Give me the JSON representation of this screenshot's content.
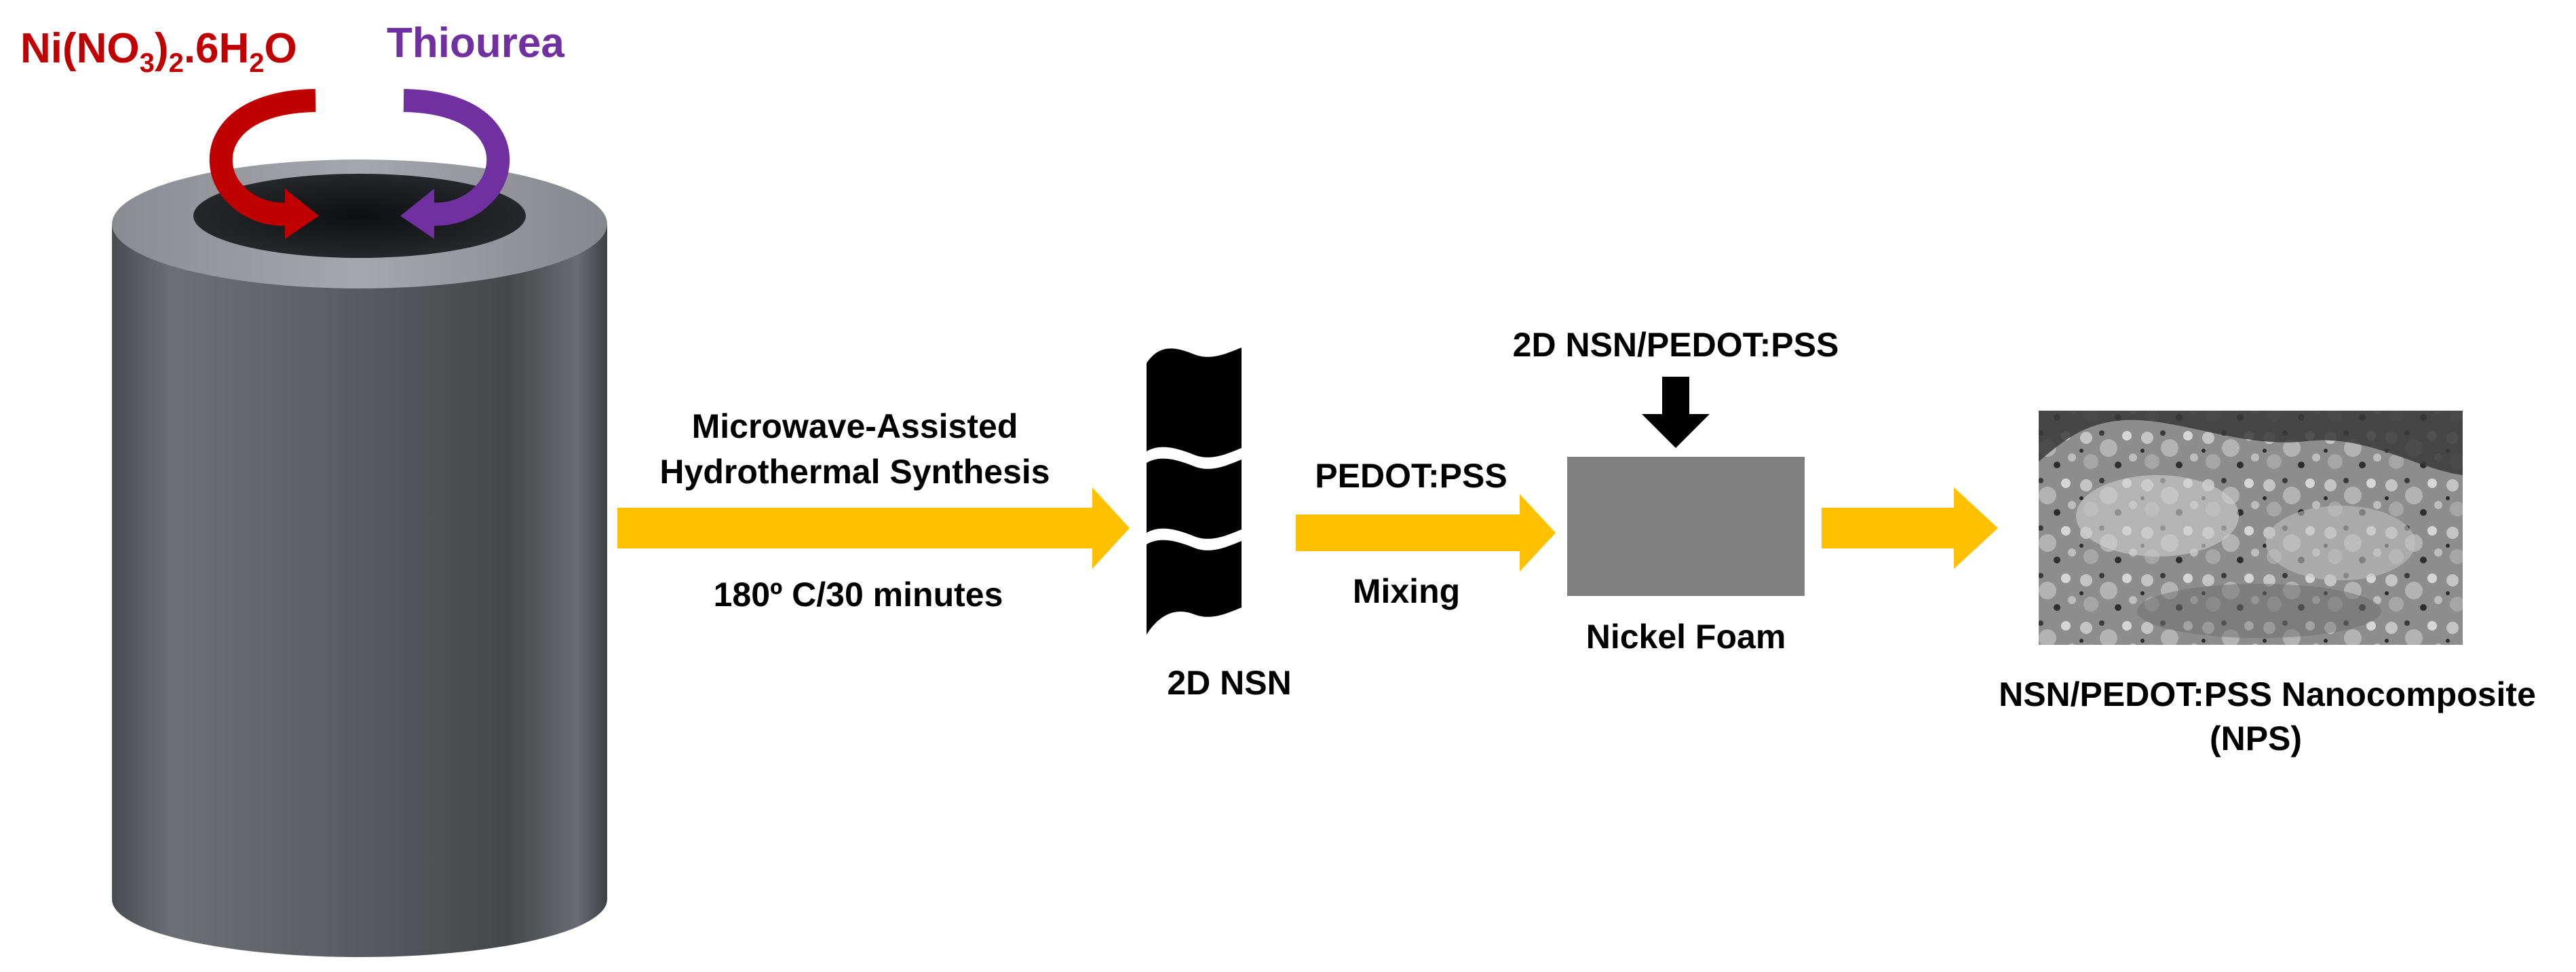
{
  "reagents": {
    "nickel_salt": {
      "base": "Ni(NO",
      "sub1": "3",
      "mid": ")",
      "sub2": "2",
      "tail": ".6H",
      "sub3": "2",
      "end": "O"
    },
    "thiourea": "Thiourea"
  },
  "steps": {
    "synthesis_line1": "Microwave-Assisted",
    "synthesis_line2": "Hydrothermal Synthesis",
    "synthesis_condition": "180º C/30 minutes",
    "nsn_label": "2D NSN",
    "pedot_label": "PEDOT:PSS",
    "mixing_label": "Mixing",
    "coating_label": "2D NSN/PEDOT:PSS",
    "foam_label": "Nickel Foam",
    "product_line1": "NSN/PEDOT:PSS Nanocomposite",
    "product_line2": "(NPS)"
  },
  "colors": {
    "arrow": "#FFC000",
    "nickel_salt": "#C00000",
    "thiourea": "#7030A0",
    "vessel": "#5F6166",
    "foam": "#808080",
    "text": "#000000"
  }
}
